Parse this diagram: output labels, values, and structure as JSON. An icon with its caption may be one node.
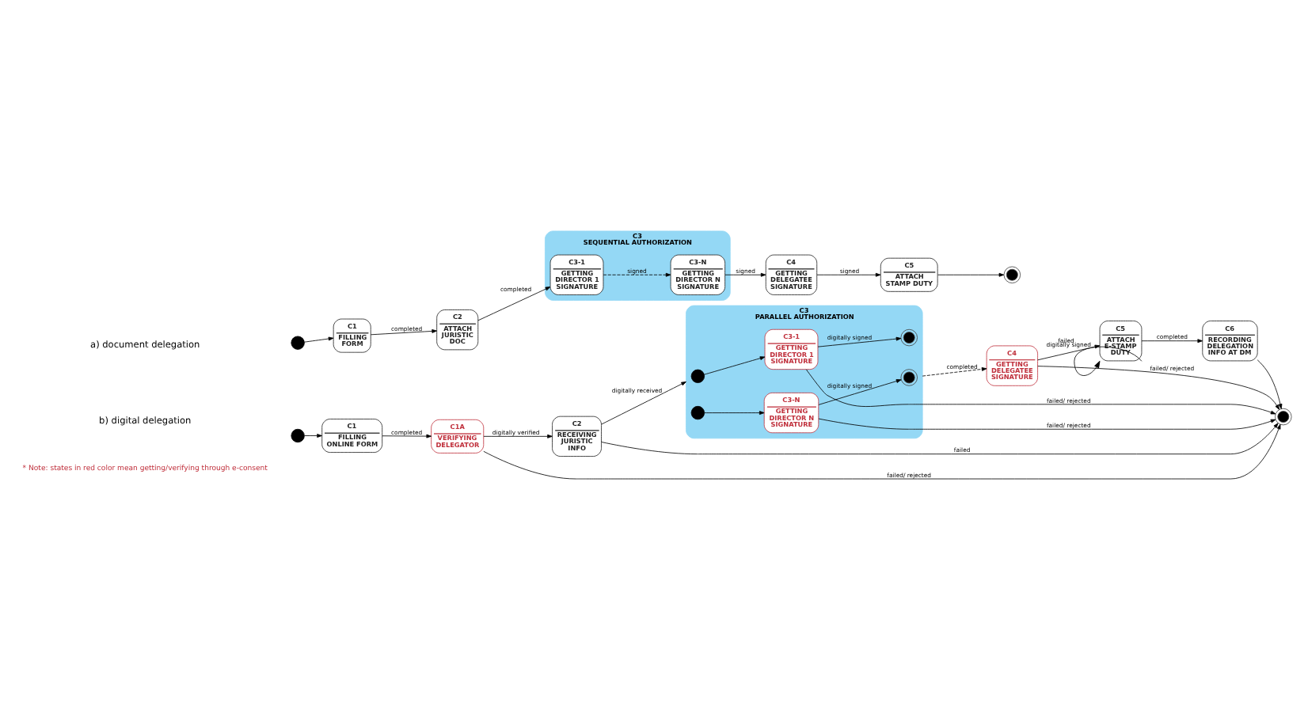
{
  "diagram": {
    "nodes": [
      {
        "text": [],
        "shape": "circle"
      },
      {
        "text": [
          "C1",
          "FILLING FORM"
        ]
      },
      {
        "text": [
          "C2",
          "ATTACH JURISTIC DOC"
        ]
      },
      {
        "text": [
          "C3",
          "SEQUENTIAL AUTHORIZATION"
        ]
      },
      {
        "text": [
          "C3-1",
          "GETTING DIRECTOR 1 SIGNATURE"
        ],
        "in": 3
      },
      {
        "text": [
          "C3-N",
          "GETTING DIRECTOR N SIGNATURE"
        ],
        "in": 3
      },
      {
        "text": [
          "C4",
          "GETTING DELEGATEE SIGNATURE"
        ]
      },
      {
        "text": [
          "C5",
          "ATTACH STAMP DUTY"
        ]
      },
      {
        "text": [],
        "shape": "bullseye"
      },
      {
        "text": [],
        "shape": "circle"
      },
      {
        "text": [
          "C1",
          "FILLING ONLINE FORM"
        ]
      },
      {
        "text": [
          "C1A",
          "VERIFYING DELEGATOR"
        ]
      },
      {
        "text": [
          "C2",
          "RECEIVING JURISTIC INFO"
        ]
      },
      {
        "text": [
          "C3",
          "PARALLEL AUTHORIZATION"
        ]
      },
      {
        "text": [],
        "shape": "circle",
        "in": 13
      },
      {
        "text": [
          "C3-1",
          "GETTING DIRECTOR 1 SIGNATURE"
        ],
        "in": 13
      },
      {
        "text": [],
        "shape": "bullseye",
        "in": 13
      },
      {
        "text": [],
        "shape": "circle",
        "in": 13
      },
      {
        "text": [
          "C3-N",
          "GETTING DIRECTOR N SIGNATURE"
        ],
        "in": 13
      },
      {
        "text": [],
        "shape": "bullseye",
        "in": 13
      },
      {
        "text": [
          "C4",
          "GETTING DELEGATEE SIGNATURE"
        ]
      },
      {
        "text": [
          "C5",
          "ATTACH E-STAMP DUTY"
        ]
      },
      {
        "text": [
          "C6",
          "RECORDING DELEGATION INFO AT DM"
        ]
      },
      {
        "text": [],
        "shape": "bullseye"
      }
    ],
    "edges": [
      {
        "from": 0,
        "to": 1,
        "arrow": "to"
      },
      {
        "from": 1,
        "to": 2,
        "arrow": "to",
        "label": "completed"
      },
      {
        "from": 2,
        "to": 4,
        "arrow": "to",
        "label": "completed"
      },
      {
        "from": 4,
        "to": 5,
        "arrow": "to",
        "label": "signed",
        "style": "dashed"
      },
      {
        "from": 5,
        "to": 6,
        "arrow": "to",
        "label": "signed"
      },
      {
        "from": 6,
        "to": 7,
        "arrow": "to",
        "label": "signed"
      },
      {
        "from": 7,
        "to": 8,
        "arrow": "to"
      },
      {
        "from": 9,
        "to": 10,
        "arrow": "to"
      },
      {
        "from": 10,
        "to": 11,
        "arrow": "to",
        "label": "completed"
      },
      {
        "from": 11,
        "to": 12,
        "arrow": "to",
        "label": "digitally verified"
      },
      {
        "from": 12,
        "to": 13,
        "arrow": "to",
        "label": "digitally received"
      },
      {
        "from": 14,
        "to": 15,
        "arrow": "to"
      },
      {
        "from": 15,
        "to": 16,
        "arrow": "to",
        "label": "digitally signed"
      },
      {
        "from": 17,
        "to": 18,
        "arrow": "to"
      },
      {
        "from": 18,
        "to": 19,
        "arrow": "to",
        "label": "digitally signed"
      },
      {
        "from": 13,
        "to": 20,
        "arrow": "to",
        "label": "completed",
        "style": "dashed"
      },
      {
        "from": 20,
        "to": 21,
        "arrow": "to",
        "label": "digitally signed"
      },
      {
        "from": 21,
        "to": 22,
        "arrow": "to",
        "label": "completed"
      },
      {
        "from": 22,
        "to": 23,
        "arrow": "to"
      },
      {
        "from": 21,
        "to": 21,
        "arrow": "to",
        "label": "failed"
      },
      {
        "from": 11,
        "to": 23,
        "arrow": "to",
        "label": "failed/ rejected"
      },
      {
        "from": 12,
        "to": 23,
        "arrow": "to",
        "label": "failed"
      },
      {
        "from": 18,
        "to": 23,
        "arrow": "to",
        "label": "failed/ rejected"
      },
      {
        "from": 15,
        "to": 23,
        "arrow": "to",
        "label": "failed/ rejected"
      },
      {
        "from": 20,
        "to": 23,
        "arrow": "to",
        "label": "failed/ rejected"
      }
    ],
    "labels": [
      "a) document delegation",
      "b) digital delegation",
      "* Note: states in red color mean getting/verifying through e-consent"
    ]
  }
}
